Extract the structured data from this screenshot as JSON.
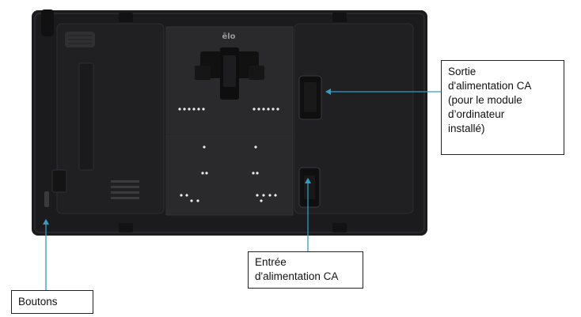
{
  "diagram": {
    "brand": "ēlo",
    "colors": {
      "panel": "#1b1b1d",
      "plate": "#2a2a2c",
      "leader": "#2b9fc4"
    },
    "callouts": {
      "sortie": {
        "lines": [
          "Sortie",
          "d'alimentation CA",
          "(pour le module",
          "d’ordinateur",
          "installé)"
        ]
      },
      "entree": {
        "lines": [
          "Entrée",
          "d'alimentation CA"
        ]
      },
      "boutons": {
        "lines": [
          "Boutons"
        ]
      }
    }
  }
}
